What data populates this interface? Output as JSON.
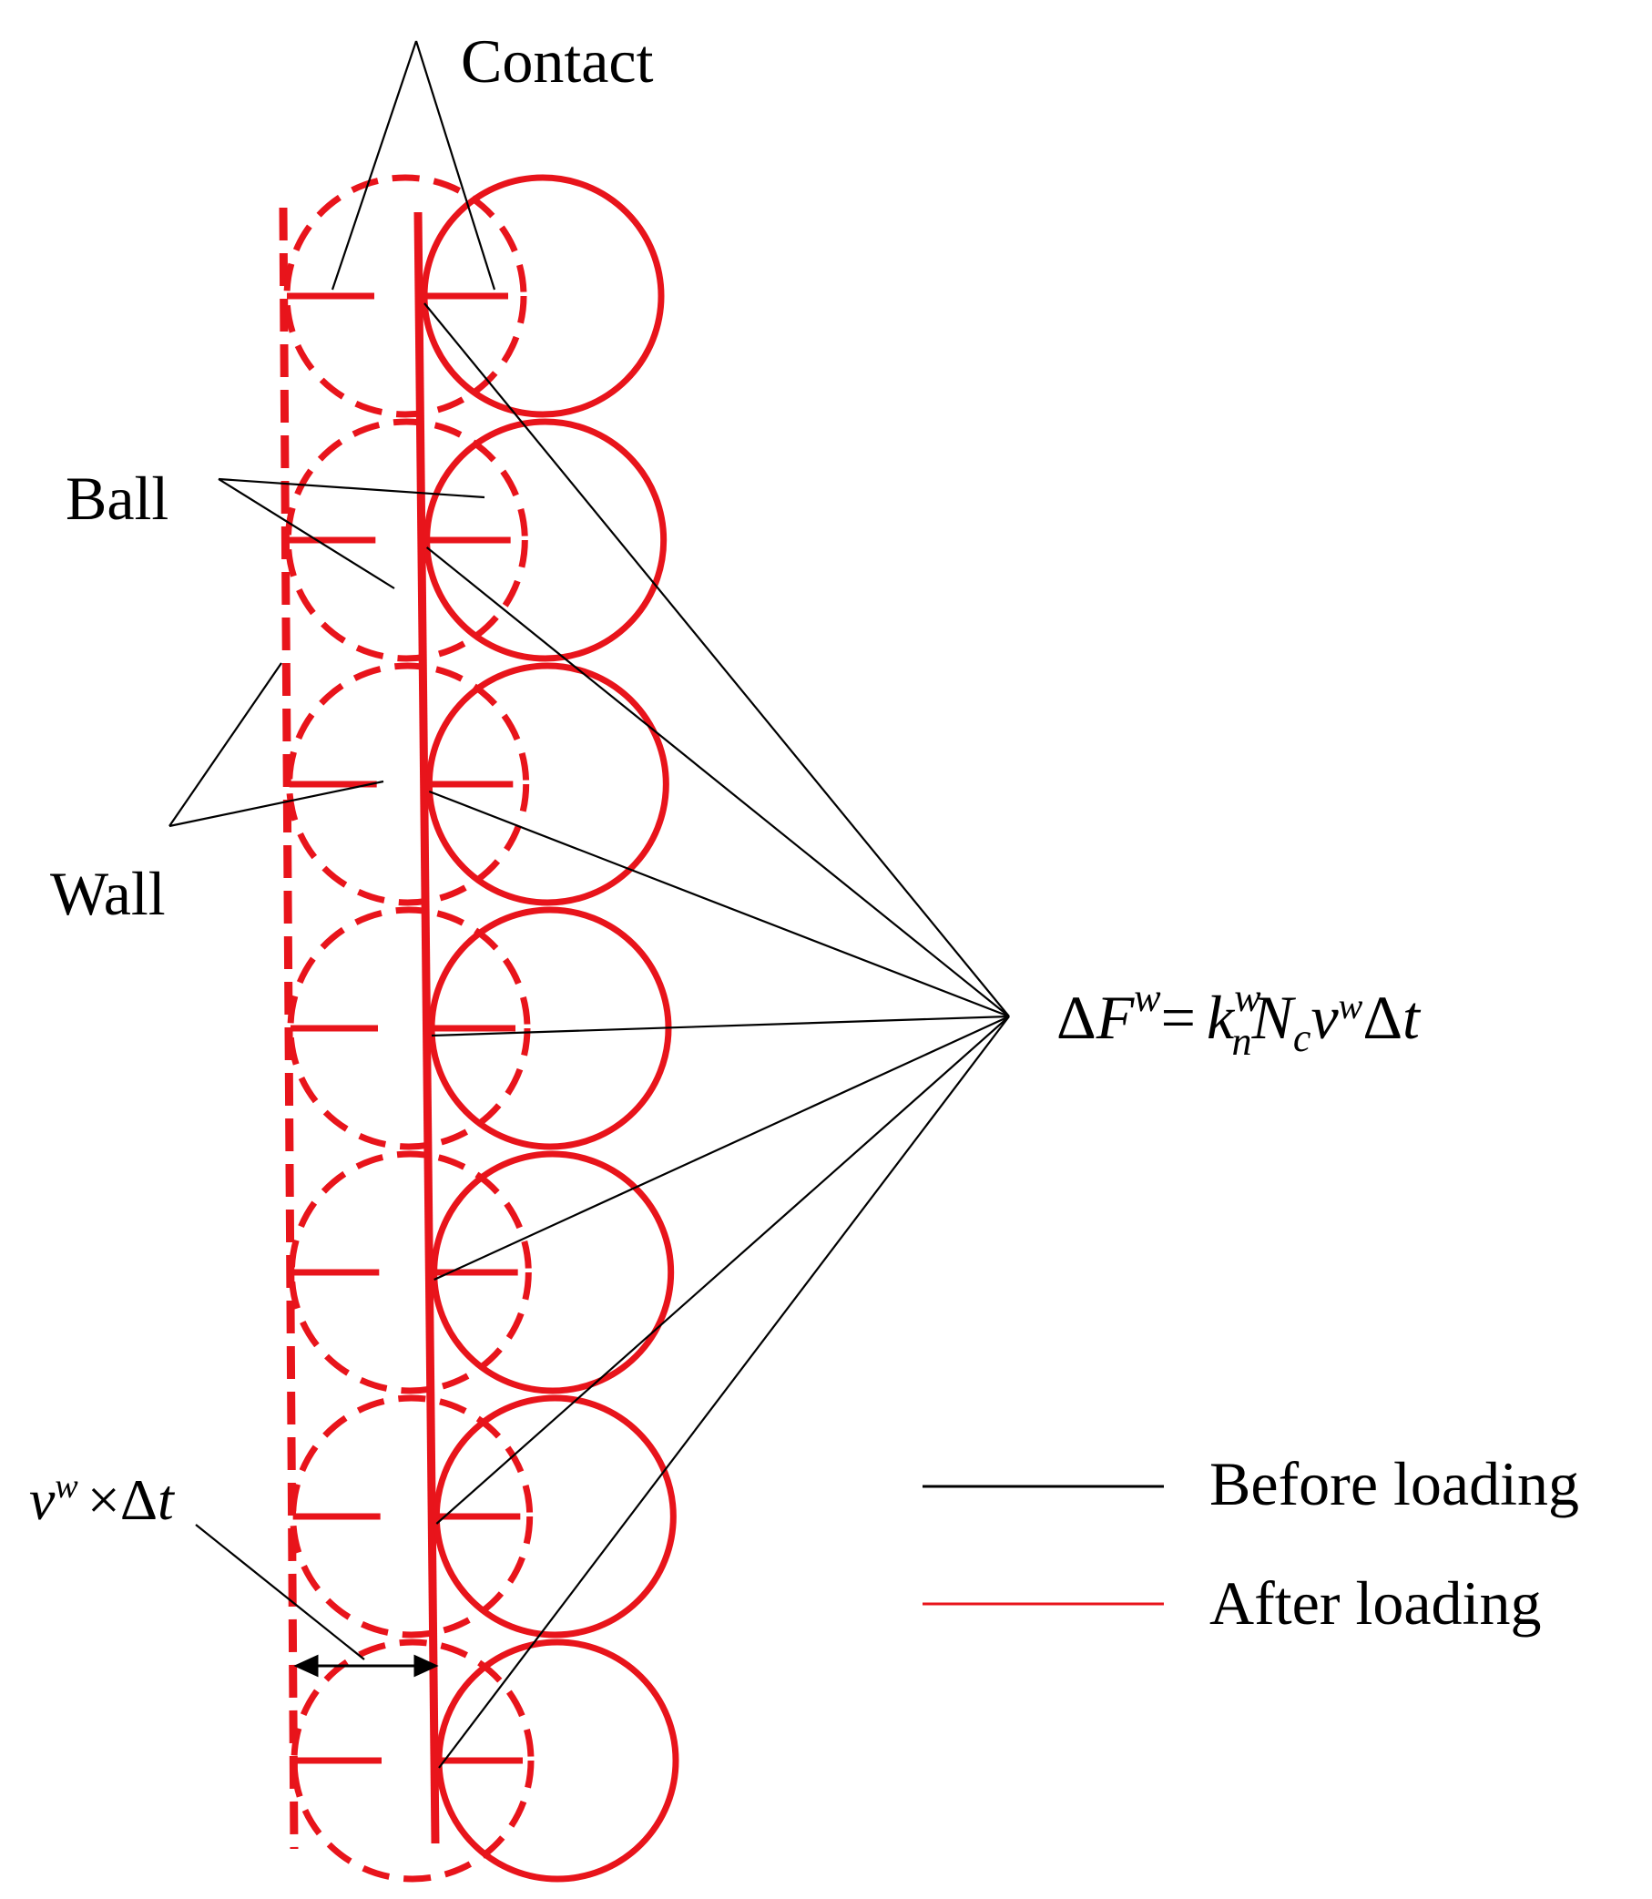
{
  "labels": {
    "contact": "Contact",
    "ball": "Ball",
    "wall": "Wall"
  },
  "formula": {
    "delta": "Δ",
    "F": "F",
    "F_sup": "w",
    "equals": "=",
    "k": "k",
    "k_sup": "w",
    "k_sub": "n",
    "N": "N",
    "N_sub": "c",
    "v": "v",
    "v_sup": "w",
    "delta2": "Δ",
    "t": "t"
  },
  "displacement": {
    "v": "v",
    "v_sup": "w",
    "times": "×",
    "delta": "Δ",
    "t": "t"
  },
  "legend": [
    {
      "label": "Before loading",
      "color": "#000000"
    },
    {
      "label": "After loading",
      "color": "#e8141b"
    }
  ],
  "colors": {
    "after": "#e8141b",
    "before": "#000000"
  },
  "ball_count": 7
}
